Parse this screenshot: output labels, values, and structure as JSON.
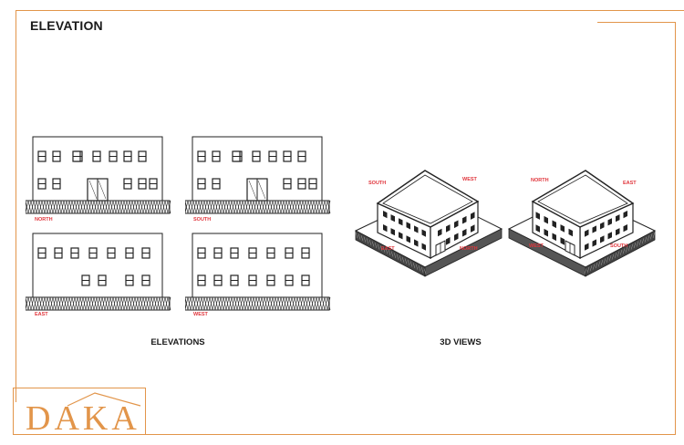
{
  "title": "ELEVATION",
  "sections": {
    "elevations_label": "ELEVATIONS",
    "views_label": "3D VIEWS"
  },
  "elevations": [
    {
      "label": "NORTH"
    },
    {
      "label": "SOUTH"
    },
    {
      "label": "EAST"
    },
    {
      "label": "WEST"
    }
  ],
  "views": [
    {
      "top_left": "SOUTH",
      "top_right": "WEST",
      "bottom_left": "EAST",
      "bottom_right": "NORTH"
    },
    {
      "top_left": "NORTH",
      "top_right": "EAST",
      "bottom_left": "WEST",
      "bottom_right": "SOUTH"
    }
  ],
  "brand": {
    "logo_text": "DAKA",
    "accent": "#e2954a",
    "label_color": "#e0353c"
  }
}
